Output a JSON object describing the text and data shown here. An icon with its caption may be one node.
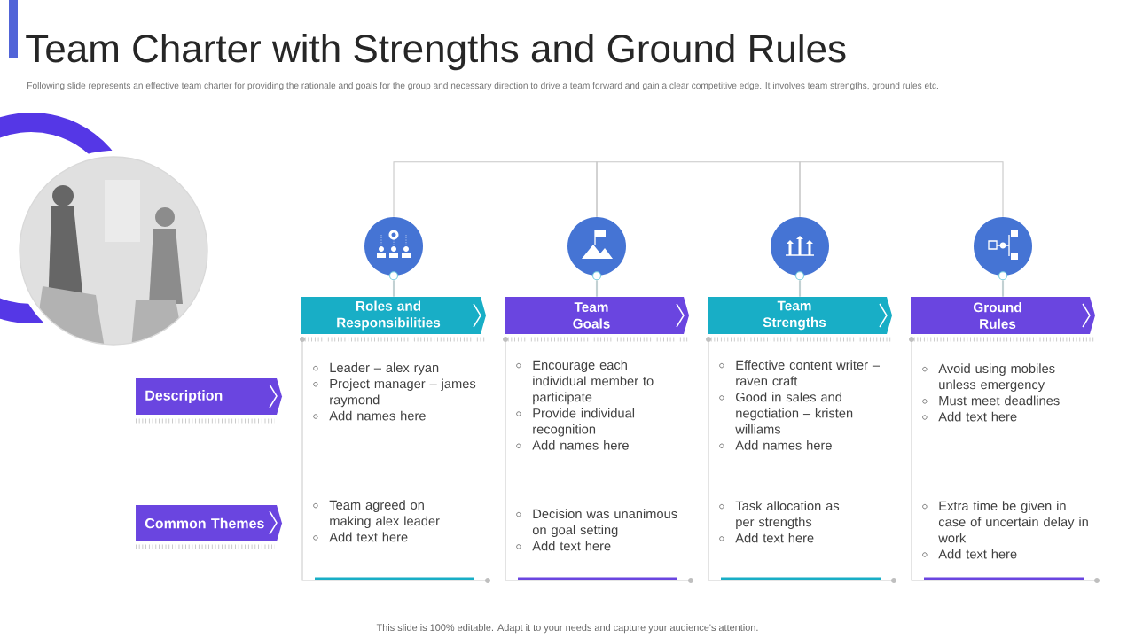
{
  "diagram": {
    "title": "Team Charter with Strengths and Ground Rules",
    "nodes": [
      {
        "text": [],
        "shape": "picture"
      },
      {
        "text": [],
        "shape": "circle"
      },
      {
        "text": [],
        "shape": "circle"
      },
      {
        "text": [],
        "shape": "circle"
      },
      {
        "text": [],
        "shape": "circle"
      },
      {
        "text": [
          "Roles and Responsibilities"
        ]
      },
      {
        "text": [
          "Team Goals"
        ]
      },
      {
        "text": [
          "Team Strengths"
        ]
      },
      {
        "text": [
          "Ground Rules"
        ]
      },
      {
        "text": [
          "Description"
        ]
      },
      {
        "text": [
          "Common Themes"
        ]
      },
      {
        "text": [
          "Leader – alex ryan",
          "Project manager – james raymond",
          "Add names here"
        ]
      },
      {
        "text": [
          "Encourage each individual member to participate",
          "Provide individual recognition",
          "Add names here"
        ]
      },
      {
        "text": [
          "Effective content writer – raven craft",
          "Good in sales and negotiation – kristen williams",
          "Add names here"
        ]
      },
      {
        "text": [
          "Avoid using mobiles unless emergency",
          "Must meet deadlines",
          "Add text here"
        ]
      },
      {
        "text": [
          "Team agreed on making alex leader",
          "Add text here"
        ]
      },
      {
        "text": [
          "Decision was unanimous on goal setting",
          "Add text here"
        ]
      },
      {
        "text": [
          "Task allocation as per strengths",
          "Add text here"
        ]
      },
      {
        "text": [
          "Extra time be given in case of uncertain delay in work",
          "Add text here"
        ]
      }
    ],
    "edges": [
      {
        "from": 1,
        "to": 2,
        "arrow": "none"
      },
      {
        "from": 2,
        "to": 3,
        "arrow": "none"
      },
      {
        "from": 3,
        "to": 4,
        "arrow": "none"
      },
      {
        "from": 1,
        "to": 5,
        "arrow": "none"
      },
      {
        "from": 2,
        "to": 6,
        "arrow": "none"
      },
      {
        "from": 3,
        "to": 7,
        "arrow": "none"
      },
      {
        "from": 4,
        "to": 8,
        "arrow": "none"
      }
    ],
    "labels": [
      "Following slide represents an effective team charter for providing the rationale and goals for the group and necessary direction to drive a team forward and gain a clear competitive edge. It involves team strengths, ground rules etc.",
      "This slide is 100% editable. Adapt it to your needs and capture your audience's attention."
    ]
  }
}
